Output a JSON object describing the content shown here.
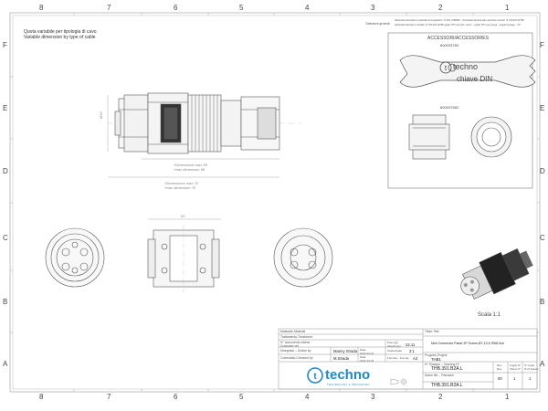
{
  "ruler": {
    "cols": [
      "8",
      "7",
      "6",
      "5",
      "4",
      "3",
      "2",
      "1"
    ],
    "rows": [
      "F",
      "E",
      "D",
      "C",
      "B",
      "A"
    ]
  },
  "note": {
    "it": "Quota variabile per tipologia di cavo",
    "en": "Variable dimension by type of cable"
  },
  "tolerance": {
    "label": "Tolleranze generali",
    "line1": "Particolari stampati in materiale termoplastico: Vl ISO 2768MK – Particolari lavorati alle macchine utensili: Vl UNI EN 22768",
    "line2": "Particolari lavorati in metallo: Vl UNI EN 22768 grado fTTU per dim. lavori – grado fTTU per piega – angoli di piega – ±1°"
  },
  "accessories": {
    "title": "ACCESSORI/ACCESSORIES",
    "code1": "60003378C",
    "code2": "60003758C",
    "wrench_brand": "techno",
    "wrench_label": "chiave DIN"
  },
  "dims": {
    "diameter": "Ø33",
    "max_a": "*Dimensione max 98",
    "max_b": "*max dimension 98",
    "max_c": "*Dimensione max 70",
    "max_d": "*max dimension 70",
    "width": "60"
  },
  "scale_note": "Scala 1:1",
  "title_block": {
    "material_label": "Materiale-Material:",
    "treatment_label": "Trattamento-Treatment:",
    "doc_client_label": "N° documento cliente",
    "customer_ref_label": "Customer ref.",
    "weight_label": "Peso [gr]",
    "weight_label2": "Weight [gr]",
    "weight_value": "22.11",
    "designed_label": "Disegnato – Drawn by",
    "designed_value": "Manny Strada",
    "date_label": "Data",
    "date1": "2022-10-01",
    "scale_label": "Scala-Scale",
    "scale_value": "2:1",
    "checked_label": "Controllato-Checked by",
    "checked_value": "M.Strada",
    "date2": "2022-10-01",
    "format_label": "Formato - Format",
    "format_value": "A3",
    "logo_text": "techno",
    "logo_tagline": "TECHNOLOGY & INNOVATION",
    "title_label": "Titolo-Title",
    "title_value": "Mini Connector Panel 2P Screw Ø7-13,5 IP68 Nut",
    "project_label": "Progetto-Project",
    "project_value": "THB1",
    "drawing_no_label": "N° Disegno – Drawing N°",
    "drawing_no_value": "THB.391.B2A.L",
    "rev_label": "Rev.",
    "rev_label2": "Rev.",
    "rev_value": "00",
    "sheet_label": "Foglio N°",
    "sheet_label2": "Sheet N°",
    "sheet_value": "1",
    "sheets_label": "N° Fogli",
    "sheets_label2": "N°of sheets",
    "sheets_value": "1",
    "file_label": "Nome file – Filename",
    "file_value": "THB.391.B2A.L"
  }
}
